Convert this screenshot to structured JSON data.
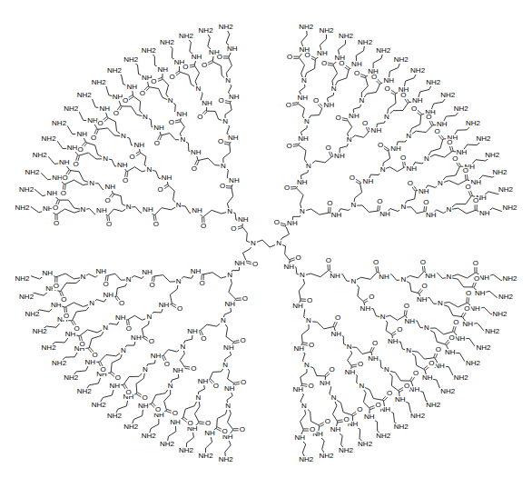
{
  "diagram": {
    "labels": [
      "N",
      "N",
      "N",
      "N",
      "N",
      "N",
      "N",
      "N",
      "N",
      "N",
      "N",
      "N",
      "N",
      "N",
      "N",
      "N",
      "N",
      "N",
      "N",
      "N",
      "N",
      "N",
      "N",
      "N",
      "N",
      "N",
      "N",
      "N",
      "N",
      "N",
      "N",
      "N",
      "N",
      "N",
      "N",
      "N",
      "N",
      "N",
      "N",
      "N",
      "N",
      "N",
      "N",
      "N",
      "N",
      "N",
      "N",
      "N",
      "N",
      "N",
      "N",
      "N",
      "N",
      "N",
      "N",
      "N",
      "N",
      "N",
      "N",
      "N",
      "N",
      "N",
      "NH",
      "NH",
      "NH",
      "NH",
      "NH",
      "NH",
      "NH",
      "NH",
      "NH",
      "NH",
      "NH",
      "NH",
      "NH",
      "NH",
      "NH",
      "NH",
      "NH",
      "NH",
      "NH",
      "NH",
      "NH",
      "NH",
      "NH",
      "NH",
      "NH",
      "NH",
      "NH",
      "NH",
      "NH",
      "NH",
      "NH",
      "NH",
      "NH",
      "NH",
      "NH",
      "NH",
      "NH",
      "NH",
      "NH",
      "NH",
      "NH",
      "NH",
      "NH",
      "NH",
      "NH",
      "NH",
      "NH",
      "NH",
      "NH",
      "NH",
      "NH",
      "NH",
      "NH",
      "NH",
      "NH",
      "NH",
      "NH",
      "NH",
      "NH",
      "NH",
      "NH",
      "NH",
      "NH",
      "NH",
      "NH",
      "NH",
      "NH",
      "NH",
      "NH",
      "NH",
      "NH",
      "NH",
      "NH",
      "NH",
      "NH",
      "NH",
      "NH",
      "NH",
      "NH",
      "NH",
      "NH",
      "NH",
      "NH",
      "NH",
      "NH",
      "NH",
      "NH",
      "NH",
      "NH",
      "NH",
      "NH",
      "NH",
      "NH",
      "NH",
      "NH",
      "NH",
      "NH",
      "NH",
      "NH",
      "NH",
      "NH",
      "NH",
      "NH",
      "NH",
      "NH",
      "NH",
      "NH",
      "NH",
      "NH",
      "NH",
      "NH",
      "NH",
      "NH",
      "NH",
      "NH",
      "NH",
      "NH",
      "NH",
      "NH",
      "NH",
      "NH",
      "NH",
      "NH",
      "NH",
      "O",
      "O",
      "O",
      "O",
      "O",
      "O",
      "O",
      "O",
      "O",
      "O",
      "O",
      "O",
      "O",
      "O",
      "O",
      "O",
      "O",
      "O",
      "O",
      "O",
      "O",
      "O",
      "O",
      "O",
      "O",
      "O",
      "O",
      "O",
      "O",
      "O",
      "O",
      "O",
      "O",
      "O",
      "O",
      "O",
      "O",
      "O",
      "O",
      "O",
      "O",
      "O",
      "O",
      "O",
      "O",
      "O",
      "O",
      "O",
      "O",
      "O",
      "O",
      "O",
      "O",
      "O",
      "O",
      "O",
      "O",
      "O",
      "O",
      "O",
      "O",
      "O",
      "O",
      "O",
      "O",
      "O",
      "O",
      "O",
      "O",
      "O",
      "O",
      "O",
      "O",
      "O",
      "O",
      "O",
      "O",
      "O",
      "O",
      "O",
      "O",
      "O",
      "O",
      "O",
      "O",
      "O",
      "O",
      "O",
      "O",
      "O",
      "O",
      "O",
      "O",
      "O",
      "O",
      "O",
      "O",
      "O",
      "O",
      "O",
      "O",
      "O",
      "O",
      "O",
      "O",
      "O",
      "O",
      "O",
      "O",
      "O",
      "O",
      "O",
      "O",
      "O",
      "O",
      "O",
      "O",
      "O",
      "O",
      "O",
      "O",
      "O",
      "O",
      "O",
      "NH2",
      "NH2",
      "NH2",
      "NH2",
      "NH2",
      "NH2",
      "NH2",
      "NH2",
      "NH2",
      "NH2",
      "NH2",
      "NH2",
      "NH2",
      "NH2",
      "NH2",
      "NH2",
      "NH2",
      "NH2",
      "NH2",
      "NH2",
      "NH2",
      "NH2",
      "NH2",
      "NH2",
      "NH2",
      "NH2",
      "NH2",
      "NH2",
      "NH2",
      "NH2",
      "NH2",
      "NH2",
      "NH2",
      "NH2",
      "NH2",
      "NH2",
      "NH2",
      "NH2",
      "NH2",
      "NH2",
      "NH2",
      "NH2",
      "NH2",
      "NH2",
      "NH2",
      "NH2",
      "NH2",
      "NH2",
      "NH2",
      "NH2",
      "NH2",
      "NH2",
      "NH2",
      "NH2",
      "NH2",
      "NH2",
      "NH2",
      "NH2",
      "NH2",
      "NH2",
      "NH2",
      "NH2",
      "NH2",
      "NH2"
    ]
  }
}
